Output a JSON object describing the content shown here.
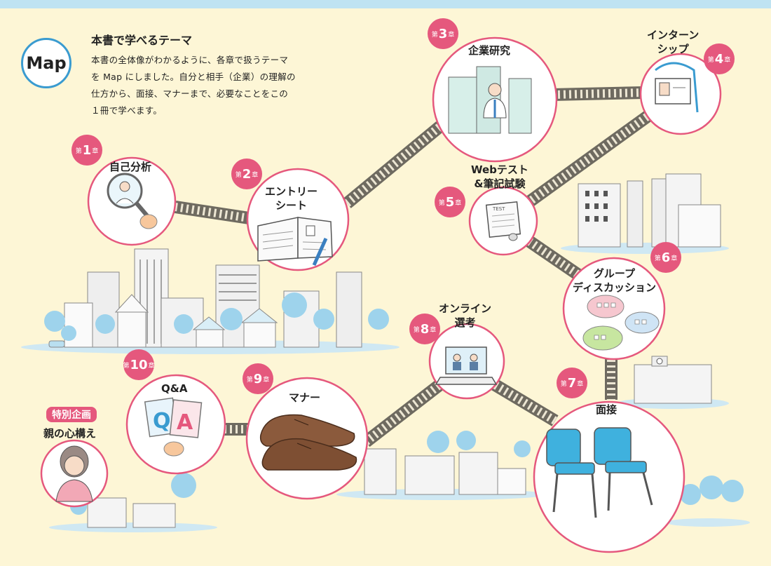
{
  "intro": {
    "badge": "Map",
    "title": "本書で学べるテーマ",
    "lines": [
      "本書の全体像がわかるように、各章で扱うテーマ",
      "を Map にしました。自分と相手（企業）の理解の",
      "仕方から、面接、マナーまで、必要なことをこの",
      "１冊で学べます。"
    ]
  },
  "chapter_prefix": "第",
  "chapter_suffix": "章",
  "chapters": [
    {
      "num": "1",
      "title": [
        "自己分析"
      ]
    },
    {
      "num": "2",
      "title": [
        "エントリー",
        "シート"
      ]
    },
    {
      "num": "3",
      "title": [
        "企業研究"
      ]
    },
    {
      "num": "4",
      "title": [
        "インターン",
        "シップ"
      ]
    },
    {
      "num": "5",
      "title": [
        "Webテスト",
        "&筆記試験"
      ]
    },
    {
      "num": "6",
      "title": [
        "グループ",
        "ディスカッション"
      ]
    },
    {
      "num": "7",
      "title": [
        "面接"
      ]
    },
    {
      "num": "8",
      "title": [
        "オンライン",
        "選考"
      ]
    },
    {
      "num": "9",
      "title": [
        "マナー"
      ]
    },
    {
      "num": "10",
      "title": [
        "Q&A"
      ]
    }
  ],
  "special": {
    "tag": "特別企画",
    "title": "親の心構え"
  },
  "illustration_text": {
    "test_paper": "TEST",
    "qa_cards": [
      "Q",
      "A"
    ]
  },
  "colors": {
    "background": "#fdf6d6",
    "accent_pink": "#e5587d",
    "map_blue": "#3a9bd0",
    "sky": "#bfe3f2"
  }
}
